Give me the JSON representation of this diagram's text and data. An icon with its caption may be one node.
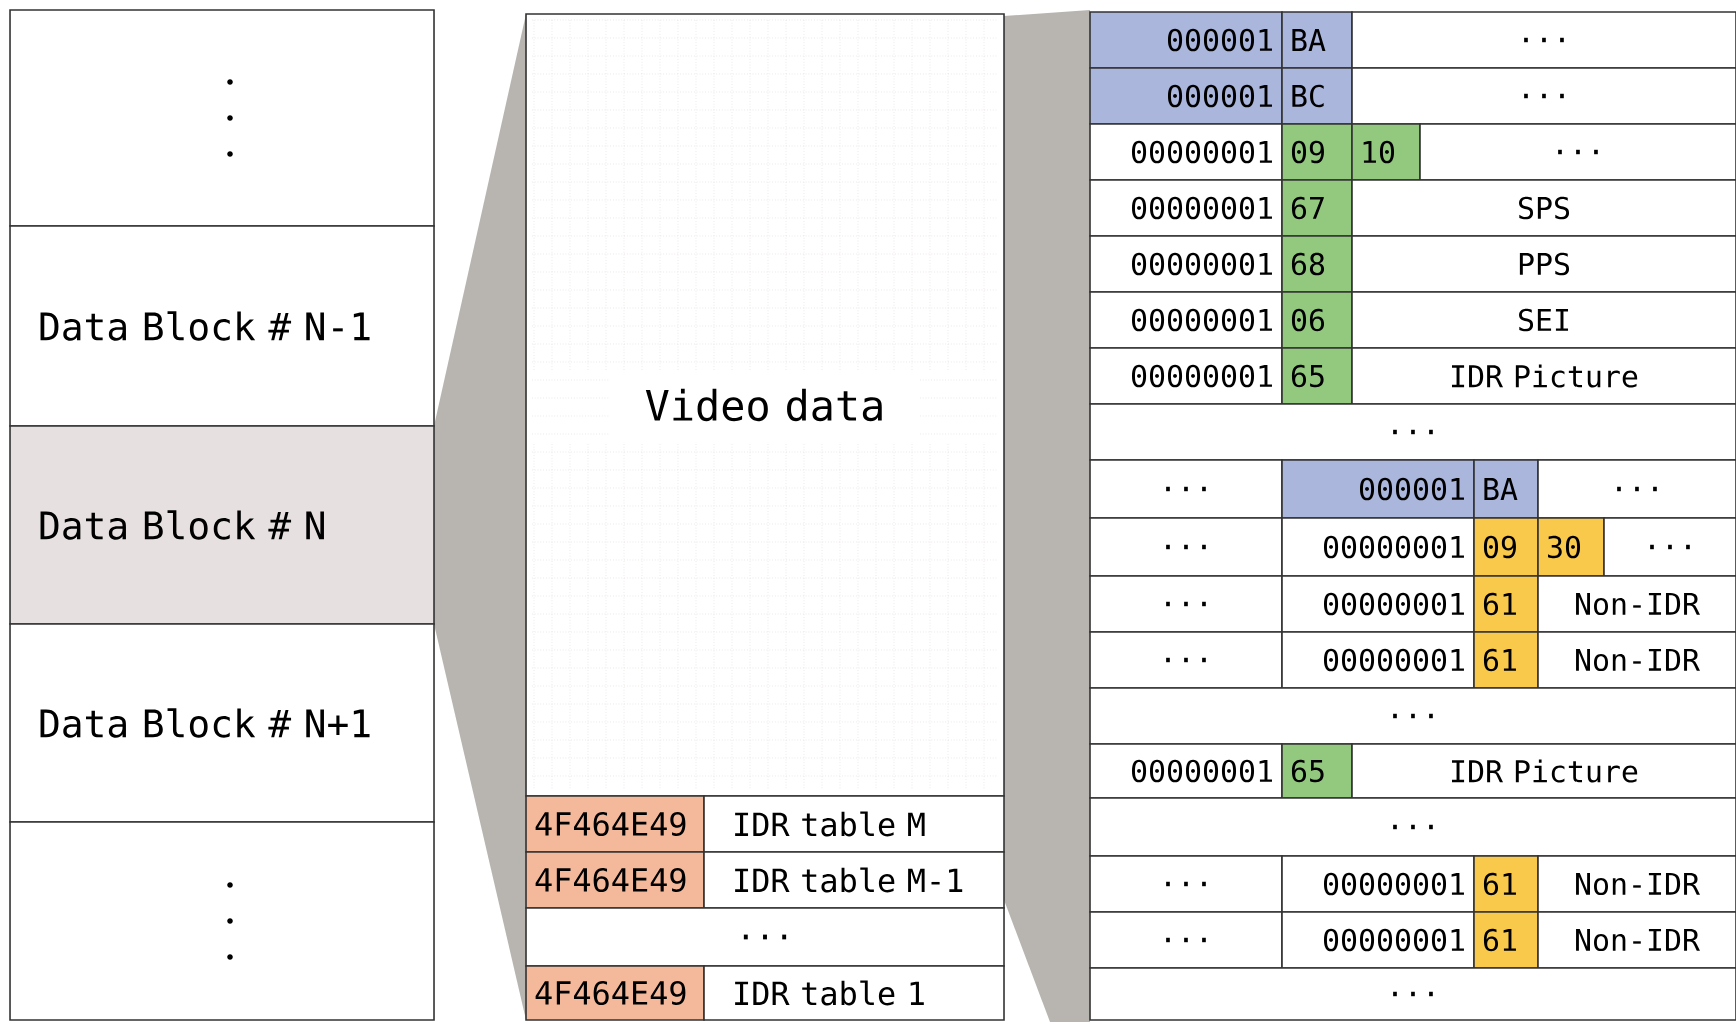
{
  "diagram": {
    "nodes": [
      {
        "text": [],
        "shape": "box"
      },
      {
        "text": [
          "Data Block # N-1"
        ]
      },
      {
        "text": [
          "Data Block # N"
        ]
      },
      {
        "text": [
          "Data Block # N+1"
        ]
      },
      {
        "text": [],
        "shape": "box"
      },
      {
        "text": [
          "Video data"
        ]
      },
      {
        "text": [
          "4F464E49"
        ]
      },
      {
        "text": [
          "IDR table M"
        ]
      },
      {
        "text": [
          "4F464E49"
        ]
      },
      {
        "text": [
          "IDR table M-1"
        ]
      },
      {
        "text": [
          "..."
        ]
      },
      {
        "text": [
          "4F464E49"
        ]
      },
      {
        "text": [
          "IDR table 1"
        ]
      },
      {
        "text": [
          "000001"
        ]
      },
      {
        "text": [
          "BA"
        ]
      },
      {
        "text": [
          "..."
        ]
      },
      {
        "text": [
          "000001"
        ]
      },
      {
        "text": [
          "BC"
        ]
      },
      {
        "text": [
          "..."
        ]
      },
      {
        "text": [
          "00000001"
        ]
      },
      {
        "text": [
          "09"
        ]
      },
      {
        "text": [
          "10"
        ]
      },
      {
        "text": [
          "..."
        ]
      },
      {
        "text": [
          "00000001"
        ]
      },
      {
        "text": [
          "67"
        ]
      },
      {
        "text": [
          "SPS"
        ]
      },
      {
        "text": [
          "00000001"
        ]
      },
      {
        "text": [
          "68"
        ]
      },
      {
        "text": [
          "PPS"
        ]
      },
      {
        "text": [
          "00000001"
        ]
      },
      {
        "text": [
          "06"
        ]
      },
      {
        "text": [
          "SEI"
        ]
      },
      {
        "text": [
          "00000001"
        ]
      },
      {
        "text": [
          "65"
        ]
      },
      {
        "text": [
          "IDR Picture"
        ]
      },
      {
        "text": [
          "..."
        ]
      },
      {
        "text": [
          "..."
        ]
      },
      {
        "text": [
          "000001"
        ]
      },
      {
        "text": [
          "BA"
        ]
      },
      {
        "text": [
          "..."
        ]
      },
      {
        "text": [
          "..."
        ]
      },
      {
        "text": [
          "00000001"
        ]
      },
      {
        "text": [
          "09"
        ]
      },
      {
        "text": [
          "30"
        ]
      },
      {
        "text": [
          "..."
        ]
      },
      {
        "text": [
          "..."
        ]
      },
      {
        "text": [
          "00000001"
        ]
      },
      {
        "text": [
          "61"
        ]
      },
      {
        "text": [
          "Non-IDR"
        ]
      },
      {
        "text": [
          "..."
        ]
      },
      {
        "text": [
          "00000001"
        ]
      },
      {
        "text": [
          "61"
        ]
      },
      {
        "text": [
          "Non-IDR"
        ]
      },
      {
        "text": [
          "..."
        ]
      },
      {
        "text": [
          "00000001"
        ]
      },
      {
        "text": [
          "65"
        ]
      },
      {
        "text": [
          "IDR Picture"
        ]
      },
      {
        "text": [
          "..."
        ]
      },
      {
        "text": [
          "..."
        ]
      },
      {
        "text": [
          "00000001"
        ]
      },
      {
        "text": [
          "61"
        ]
      },
      {
        "text": [
          "Non-IDR"
        ]
      },
      {
        "text": [
          "..."
        ]
      },
      {
        "text": [
          "00000001"
        ]
      },
      {
        "text": [
          "61"
        ]
      },
      {
        "text": [
          "Non-IDR"
        ]
      },
      {
        "text": [
          "..."
        ]
      }
    ]
  }
}
